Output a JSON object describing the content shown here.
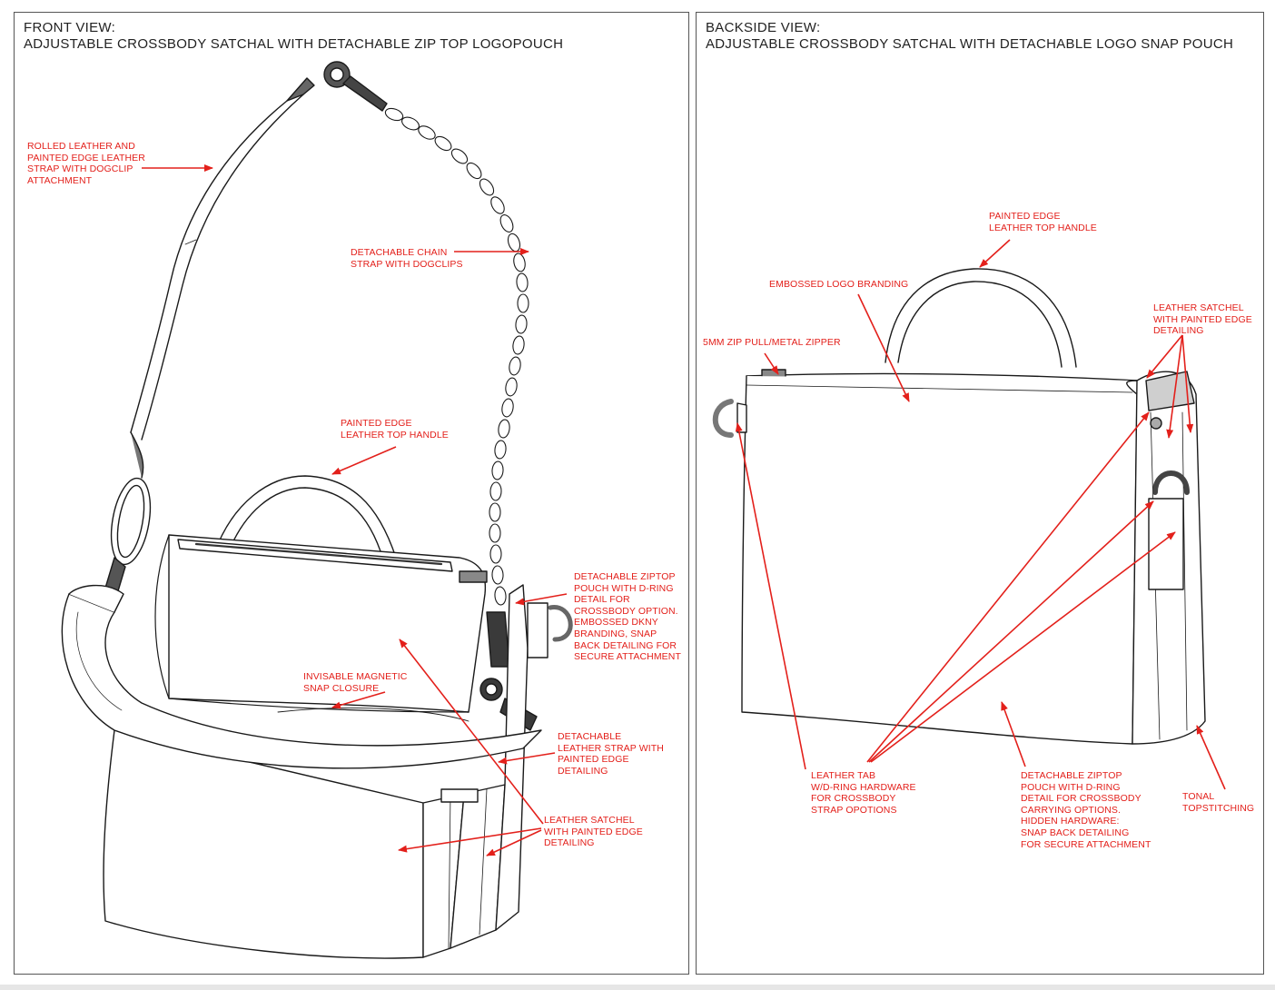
{
  "front": {
    "title_line1": "FRONT VIEW:",
    "title_line2": "ADJUSTABLE CROSSBODY SATCHAL WITH DETACHABLE ZIP TOP LOGOPOUCH",
    "annotations": {
      "rolled_strap": "ROLLED LEATHER AND\nPAINTED EDGE LEATHER\nSTRAP WITH DOGCLIP\nATTACHMENT",
      "chain_strap": "DETACHABLE CHAIN\nSTRAP WITH DOGCLIPS",
      "top_handle": "PAINTED EDGE\nLEATHER TOP HANDLE",
      "ziptop_pouch": "DETACHABLE ZIPTOP\nPOUCH WITH D-RING\nDETAIL FOR\nCROSSBODY OPTION.\nEMBOSSED DKNY\nBRANDING, SNAP\nBACK DETAILING FOR\nSECURE ATTACHMENT",
      "magnetic_snap": "INVISABLE MAGNETIC\nSNAP CLOSURE",
      "leather_strap": "DETACHABLE\nLEATHER STRAP WITH\nPAINTED EDGE\nDETAILING",
      "satchel": "LEATHER SATCHEL\nWITH PAINTED EDGE\nDETAILING"
    }
  },
  "back": {
    "title_line1": "BACKSIDE VIEW:",
    "title_line2": "ADJUSTABLE CROSSBODY SATCHAL WITH DETACHABLE LOGO SNAP POUCH",
    "annotations": {
      "top_handle": "PAINTED EDGE\nLEATHER TOP HANDLE",
      "embossed_logo": "EMBOSSED LOGO BRANDING",
      "zip_pull": "5MM ZIP PULL/METAL ZIPPER",
      "satchel": "LEATHER SATCHEL\nWITH PAINTED EDGE\nDETAILING",
      "leather_tab": "LEATHER TAB\nW/D-RING HARDWARE\nFOR CROSSBODY\nSTRAP OPOTIONS",
      "ziptop_pouch": "DETACHABLE ZIPTOP\nPOUCH WITH D-RING\nDETAIL FOR CROSSBODY\nCARRYING OPTIONS.\nHIDDEN HARDWARE:\nSNAP BACK DETAILING\nFOR SECURE ATTACHMENT",
      "topstitching": "TONAL\nTOPSTITCHING"
    }
  },
  "colors": {
    "annotation": "#e3201b",
    "line_art": "#1a1a1a",
    "panel_border": "#555555"
  }
}
